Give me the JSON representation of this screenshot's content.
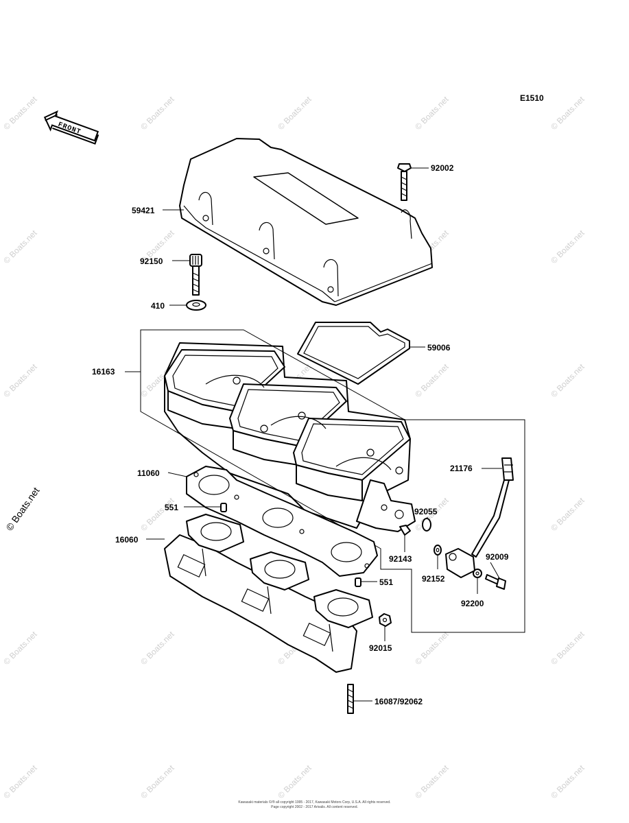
{
  "diagram_code": "E1510",
  "front_label": "FRONT",
  "site_watermark": "© Boats.net",
  "side_watermark": "© Boats.net",
  "parts": {
    "p92002": "92002",
    "p59421": "59421",
    "p92150": "92150",
    "p410": "410",
    "p59006": "59006",
    "p16163": "16163",
    "p21176": "21176",
    "p11060": "11060",
    "p551a": "551",
    "p92055": "92055",
    "p16060": "16060",
    "p92143": "92143",
    "p92009": "92009",
    "p92152": "92152",
    "p551b": "551",
    "p92200": "92200",
    "p92015": "92015",
    "p16087": "16087/92062"
  },
  "copyright_line1": "Kawasaki materials ©/® all copyright 1995 - 2017, Kawasaki Motors Corp, U.S.A. All rights reserved.",
  "copyright_line2": "Page copyright 2002 - 2017 Arivalis. All content reserved."
}
